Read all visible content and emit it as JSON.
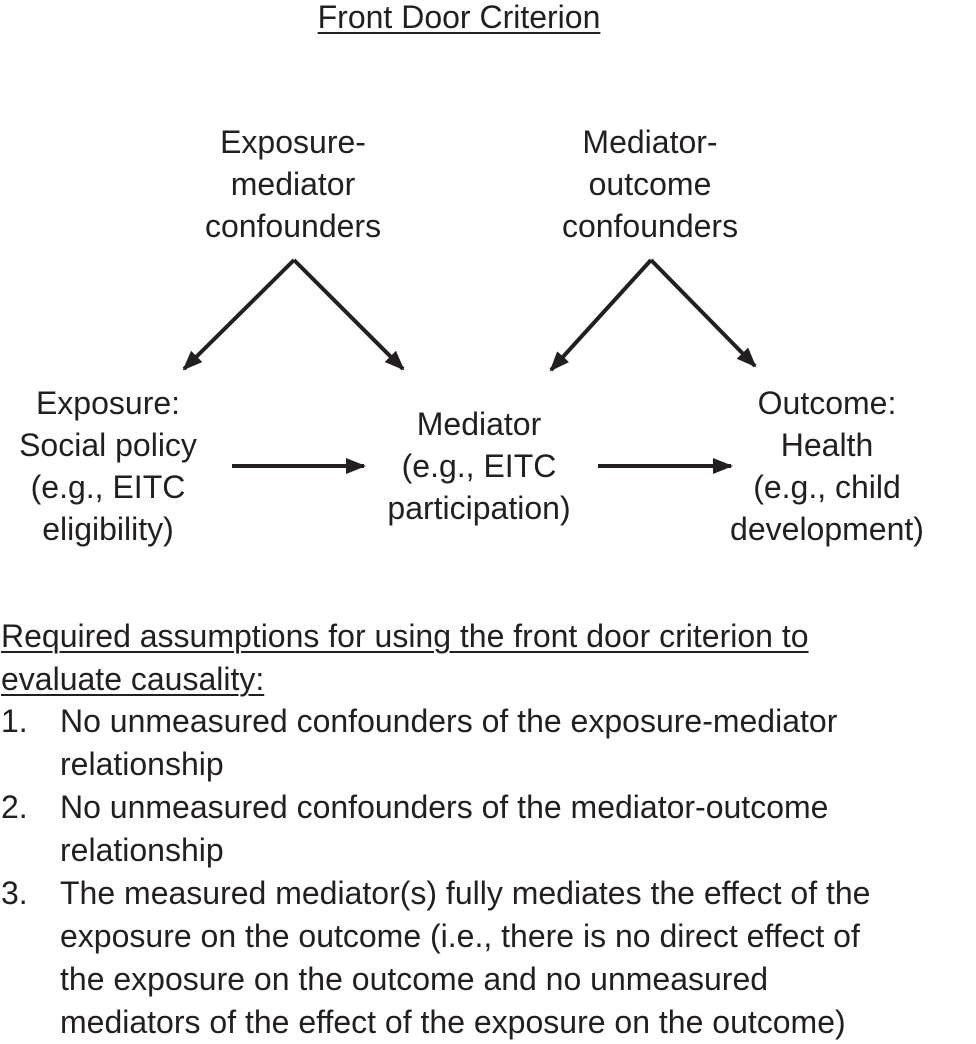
{
  "title": "Front Door Criterion",
  "nodes": {
    "exposure_mediator_confounders": [
      "Exposure-",
      "mediator",
      "confounders"
    ],
    "mediator_outcome_confounders": [
      "Mediator-",
      "outcome",
      "confounders"
    ],
    "exposure": [
      "Exposure:",
      "Social policy",
      "(e.g., EITC",
      "eligibility)"
    ],
    "mediator": [
      "Mediator",
      "(e.g., EITC",
      "participation)"
    ],
    "outcome": [
      "Outcome:",
      "Health",
      "(e.g., child",
      "development)"
    ]
  },
  "assumptions": {
    "heading_lines": [
      "Required assumptions for using the front door criterion to",
      "evaluate causality:"
    ],
    "items": [
      {
        "number": "1.",
        "lines": [
          "No unmeasured confounders of the exposure-mediator",
          "relationship"
        ]
      },
      {
        "number": "2.",
        "lines": [
          "No unmeasured confounders of the mediator-outcome",
          "relationship"
        ]
      },
      {
        "number": "3.",
        "lines": [
          "The measured mediator(s) fully mediates the effect of the",
          "exposure on the outcome (i.e., there is no direct effect of",
          "the exposure on the outcome and no unmeasured",
          "mediators of the effect of the exposure on the outcome)"
        ]
      }
    ]
  }
}
